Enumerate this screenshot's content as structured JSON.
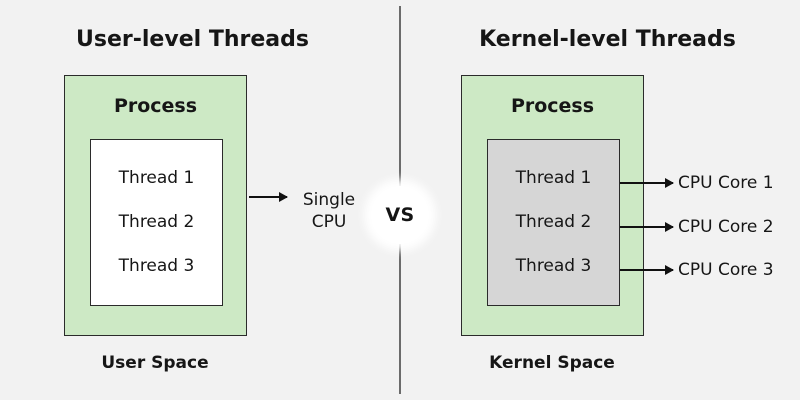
{
  "diagram": {
    "background_color": "#f2f2f2",
    "process_fill": "#cde9c5",
    "user_threads_fill": "#ffffff",
    "kernel_threads_fill": "#d6d6d6",
    "stroke_color": "#2b2b2b",
    "divider_color": "#6b6b6b",
    "center_badge": "VS"
  },
  "left_panel": {
    "title": "User-level Threads",
    "process_label": "Process",
    "threads": [
      "Thread 1",
      "Thread 2",
      "Thread 3"
    ],
    "space_label": "User Space",
    "mapping_target": {
      "line1": "Single",
      "line2": "CPU"
    }
  },
  "right_panel": {
    "title": "Kernel-level Threads",
    "process_label": "Process",
    "threads": [
      "Thread 1",
      "Thread 2",
      "Thread 3"
    ],
    "space_label": "Kernel Space",
    "cpu_cores": [
      "CPU Core 1",
      "CPU Core 2",
      "CPU Core 3"
    ]
  }
}
